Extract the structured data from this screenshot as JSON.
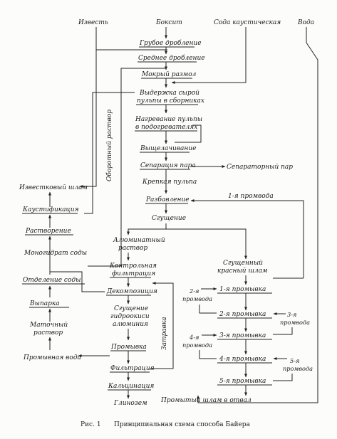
{
  "figure": {
    "caption_number": "Рис. 1",
    "caption_text": "Принципиальная схема способа Байера"
  },
  "inputs": {
    "lime": "Известь",
    "bauxite": "Боксит",
    "caustic_soda": "Сода каустическая",
    "water": "Вода"
  },
  "steps": {
    "coarse_crushing": "Грубое дробление",
    "medium_crushing": "Среднее дробление",
    "wet_grinding": "Мокрый размол",
    "holding_1": "Выдержка сырой",
    "holding_2": "пульпы в сборниках",
    "heating_1": "Нагревание пульпы",
    "heating_2": "в подогревателях",
    "leaching": "Выщелачивание",
    "steam_separation": "Сепарация пара",
    "separator_steam": "Сепараторный пар",
    "crude_pulp": "Крепкая пульпа",
    "dilution": "Разбавление",
    "thickening": "Сгущение",
    "aluminate_1": "Алюминатный",
    "aluminate_2": "раствор",
    "control_filtration_1": "Контрольная",
    "control_filtration_2": "фильтрация",
    "decomposition": "Декомпозиция",
    "hydroxide_thick_1": "Сгущение",
    "hydroxide_thick_2": "гидроокиси",
    "hydroxide_thick_3": "алюминия",
    "washing": "Промывка",
    "filtration": "Фильтрация",
    "calcination": "Кальцинация",
    "alumina": "Глинозем",
    "seed": "Затравка",
    "thick_red_mud_1": "Сгущенный",
    "thick_red_mud_2": "красный шлам",
    "mud_to_dump": "Промытый шлам в отвал"
  },
  "washes": {
    "w1": "1-я промывка",
    "w2": "2-я промывка",
    "w3": "3-я промывка",
    "w4": "4-я промывка",
    "w5": "5-я промывка",
    "wash_water_1": "1-я промвода",
    "ww2_a": "2-я",
    "ww2_b": "промвода",
    "ww3_a": "3-я",
    "ww3_b": "промвода",
    "ww4_a": "4-я",
    "ww4_b": "промвода",
    "ww5_a": "5-я",
    "ww5_b": "промвода"
  },
  "recovery": {
    "circulating_solution": "Оборотный раствор",
    "lime_sludge": "Известковый шлам",
    "causticization": "Каустификация",
    "dissolution": "Растворение",
    "soda_monohydrate": "Моногидрат соды",
    "soda_separation": "Отделение соды",
    "evaporation": "Выпарка",
    "mother_liquor_1": "Маточный",
    "mother_liquor_2": "раствор",
    "wash_water": "Промывная вода"
  }
}
